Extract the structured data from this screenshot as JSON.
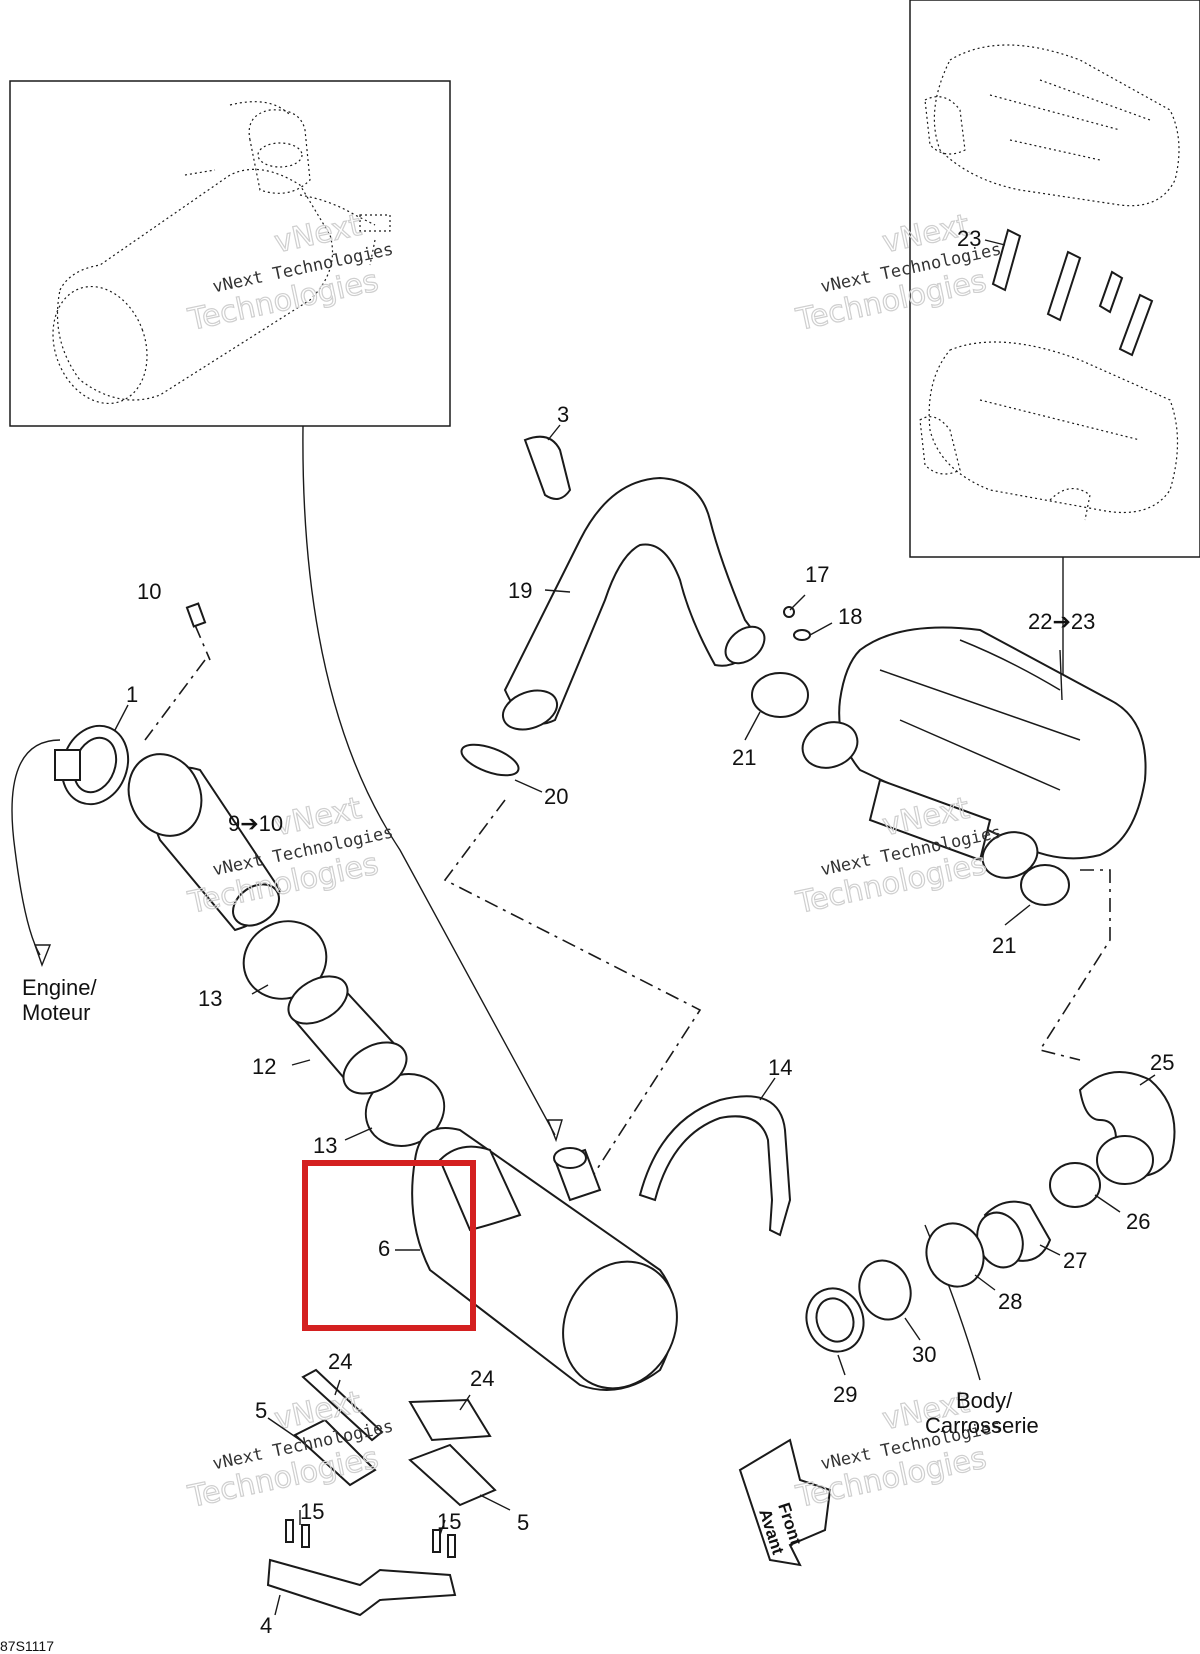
{
  "diagram_code": "87S1117",
  "watermark": {
    "line1": "vNext",
    "line2": "vNext Technologies",
    "line3": "Technologies"
  },
  "callouts": {
    "c1": "1",
    "c3": "3",
    "c4": "4",
    "c5a": "5",
    "c5b": "5",
    "c6": "6",
    "c9_10": "9➔10",
    "c10": "10",
    "c12": "12",
    "c13a": "13",
    "c13b": "13",
    "c14": "14",
    "c15a": "15",
    "c15b": "15",
    "c17": "17",
    "c18": "18",
    "c19": "19",
    "c20": "20",
    "c21a": "21",
    "c21b": "21",
    "c22_23": "22➔23",
    "c23": "23",
    "c24a": "24",
    "c24b": "24",
    "c25": "25",
    "c26": "26",
    "c27": "27",
    "c28": "28",
    "c29": "29",
    "c30": "30"
  },
  "labels": {
    "engine_en": "Engine/",
    "engine_fr": "Moteur",
    "body_en": "Body/",
    "body_fr": "Carrosserie",
    "front_en": "Front",
    "front_fr": "Avant"
  },
  "highlight": {
    "color": "#d42020",
    "target_callout": "6"
  }
}
